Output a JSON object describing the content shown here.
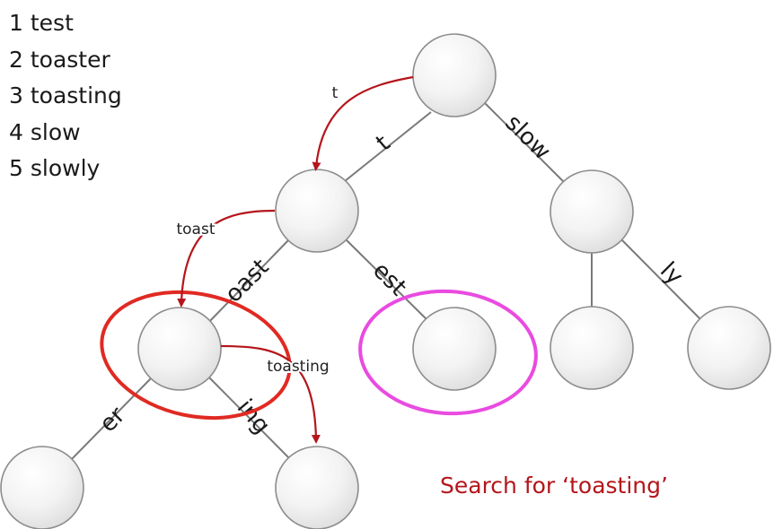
{
  "word_list": [
    {
      "num": "1",
      "word": "test"
    },
    {
      "num": "2",
      "word": "toaster"
    },
    {
      "num": "3",
      "word": "toasting"
    },
    {
      "num": "4",
      "word": "slow"
    },
    {
      "num": "5",
      "word": "slowly"
    }
  ],
  "edges": [
    {
      "id": "root-t",
      "label": "t"
    },
    {
      "id": "root-slow",
      "label": "slow"
    },
    {
      "id": "t-oast",
      "label": "oast"
    },
    {
      "id": "t-est",
      "label": "est"
    },
    {
      "id": "slow-end",
      "label": ""
    },
    {
      "id": "slow-ly",
      "label": "ly"
    },
    {
      "id": "oast-er",
      "label": "er"
    },
    {
      "id": "oast-ing",
      "label": "ing"
    }
  ],
  "search": {
    "step_labels": [
      "t",
      "toast",
      "toasting"
    ],
    "caption": "Search for ‘toasting’"
  },
  "colors": {
    "search_path": "#b4151b",
    "current_match_ring": "#e02a22",
    "mismatch_ring": "#e94be0",
    "node_fill_light": "#ffffff",
    "node_fill_dark": "#dcdcdc"
  }
}
